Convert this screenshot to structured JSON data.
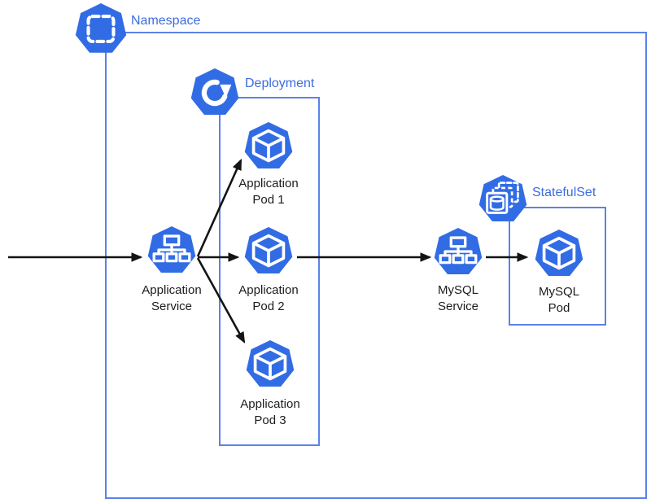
{
  "diagram": {
    "type": "kubernetes-architecture",
    "colors": {
      "k8s_blue": "#326CE5",
      "border_blue": "#5B82E8",
      "label_blue": "#3B6CDE",
      "arrow_black": "#141414",
      "text_black": "#1C1C1E",
      "icon_white": "#FFFFFF",
      "background": "#FFFFFF"
    },
    "containers": {
      "namespace": {
        "label": "Namespace",
        "icon": "namespace-icon"
      },
      "deployment": {
        "label": "Deployment",
        "icon": "deployment-icon"
      },
      "statefulset": {
        "label": "StatefulSet",
        "icon": "statefulset-icon"
      }
    },
    "nodes": {
      "app_service": {
        "line1": "Application",
        "line2": "Service",
        "icon": "service-icon"
      },
      "app_pod_1": {
        "line1": "Application",
        "line2": "Pod 1",
        "icon": "pod-icon"
      },
      "app_pod_2": {
        "line1": "Application",
        "line2": "Pod 2",
        "icon": "pod-icon"
      },
      "app_pod_3": {
        "line1": "Application",
        "line2": "Pod 3",
        "icon": "pod-icon"
      },
      "mysql_service": {
        "line1": "MySQL",
        "line2": "Service",
        "icon": "service-icon"
      },
      "mysql_pod": {
        "line1": "MySQL",
        "line2": "Pod",
        "icon": "pod-icon"
      }
    },
    "edges": [
      {
        "from": "external",
        "to": "app_service"
      },
      {
        "from": "app_service",
        "to": "app_pod_1"
      },
      {
        "from": "app_service",
        "to": "app_pod_2"
      },
      {
        "from": "app_service",
        "to": "app_pod_3"
      },
      {
        "from": "app_pod_2",
        "to": "mysql_service"
      },
      {
        "from": "mysql_service",
        "to": "mysql_pod"
      }
    ],
    "icons": {
      "namespace-icon": "blue heptagon with white dashed rounded square",
      "deployment-icon": "blue heptagon with white circular rotate arrow",
      "service-icon": "blue heptagon with white node hierarchy tree",
      "pod-icon": "blue heptagon with white 3D cube",
      "statefulset-icon": "blue heptagon with white database cylinder and stacked dashed frames"
    }
  }
}
